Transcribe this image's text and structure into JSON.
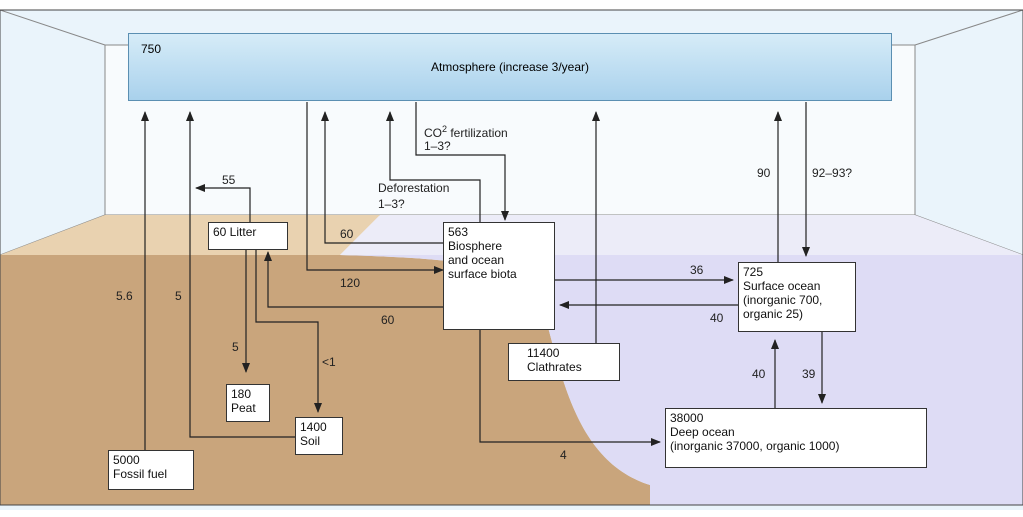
{
  "atmosphere": {
    "value": "750",
    "label": "Atmosphere (increase 3/year)"
  },
  "reservoirs": {
    "litter": "60 Litter",
    "biosphere": [
      "563",
      "Biosphere",
      "and ocean",
      "surface biota"
    ],
    "surface_ocean": [
      "725",
      "Surface ocean",
      "(inorganic 700,",
      "organic 25)"
    ],
    "clathrates": [
      "11400",
      "Clathrates"
    ],
    "peat": [
      "180",
      "Peat"
    ],
    "soil": [
      "1400",
      "Soil"
    ],
    "fossil": [
      "5000",
      "Fossil fuel"
    ],
    "deep_ocean": [
      "38000",
      "Deep ocean",
      "(inorganic 37000, organic 1000)"
    ]
  },
  "flows": {
    "co2_fert": {
      "prefix": "CO",
      "sup": "2",
      "suffix": " fertilization",
      "range": "1–3?"
    },
    "deforestation": {
      "title": "Deforestation",
      "range": "1–3?"
    },
    "f55": "55",
    "f60_litter": "60",
    "f120": "120",
    "f60_bio": "60",
    "f5_6": "5.6",
    "f5": "5",
    "f5_peat": "5",
    "f_lt1": "<1",
    "f36": "36",
    "f40_surf": "40",
    "f90": "90",
    "f92_93": "92–93?",
    "f40_deep": "40",
    "f39": "39",
    "f4": "4"
  },
  "colors": {
    "sky": "#e8f3fb",
    "land": "#c8a37a",
    "ocean": "#dcdcf4",
    "atmosphere": "#b7daf0"
  }
}
